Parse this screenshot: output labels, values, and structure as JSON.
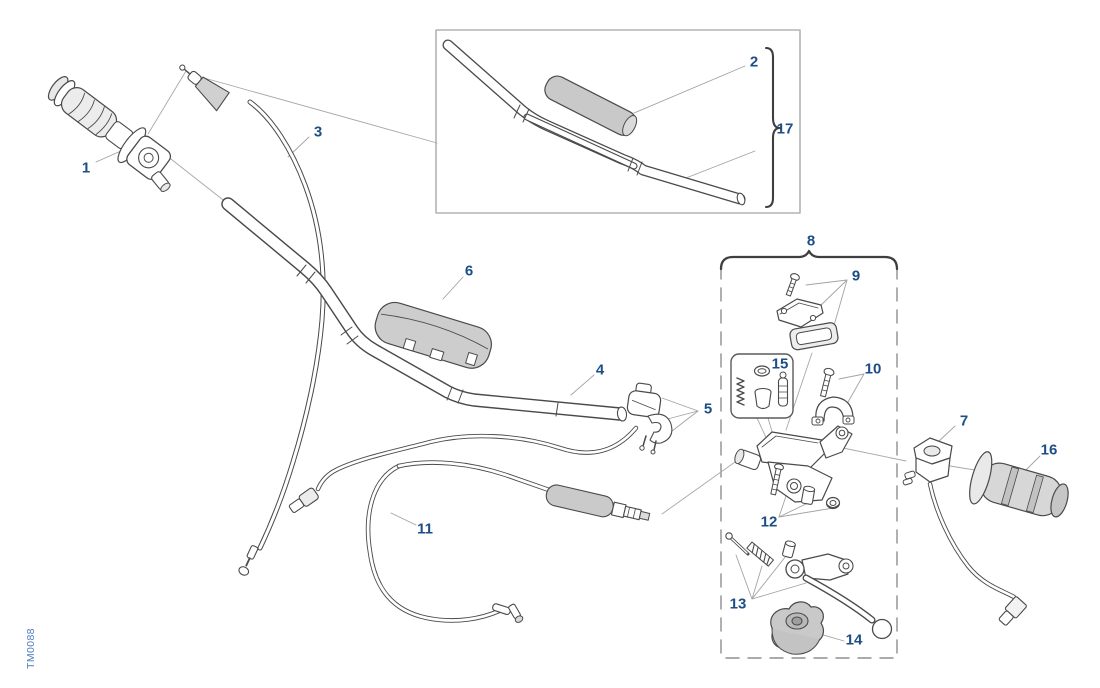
{
  "diagram": {
    "code": "TM0088",
    "part_labels": [
      "1",
      "2",
      "3",
      "4",
      "5",
      "6",
      "7",
      "8",
      "9",
      "10",
      "11",
      "12",
      "13",
      "14",
      "15",
      "16",
      "17"
    ]
  },
  "colors": {
    "label_number": "#1d4e86",
    "diagram_code": "#4f7dc2",
    "line_art": "#4a4a4a",
    "leader_line": "#a3a3a3",
    "shading_gray": "#c9c9c9",
    "dashed_box": "#8f8f8f",
    "inset_border": "#b4b4b4"
  }
}
